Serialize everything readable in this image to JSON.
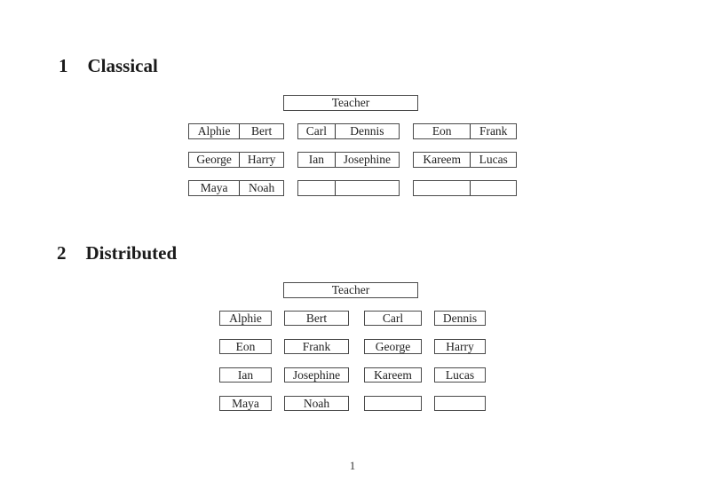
{
  "page": {
    "number": "1"
  },
  "sections": [
    {
      "number": "1",
      "title": "Classical"
    },
    {
      "number": "2",
      "title": "Distributed"
    }
  ],
  "classical": {
    "teacher_label": "Teacher",
    "columns": [
      {
        "desks": [
          [
            "Alphie",
            "Bert"
          ],
          [
            "George",
            "Harry"
          ],
          [
            "Maya",
            "Noah"
          ]
        ]
      },
      {
        "desks": [
          [
            "Carl",
            "Dennis"
          ],
          [
            "Ian",
            "Josephine"
          ],
          [
            "",
            ""
          ]
        ]
      },
      {
        "desks": [
          [
            "Eon",
            "Frank"
          ],
          [
            "Kareem",
            "Lucas"
          ],
          [
            "",
            ""
          ]
        ]
      }
    ]
  },
  "distributed": {
    "teacher_label": "Teacher",
    "rows": [
      [
        "Alphie",
        "Bert",
        "Carl",
        "Dennis"
      ],
      [
        "Eon",
        "Frank",
        "George",
        "Harry"
      ],
      [
        "Ian",
        "Josephine",
        "Kareem",
        "Lucas"
      ],
      [
        "Maya",
        "Noah",
        "",
        ""
      ]
    ]
  }
}
